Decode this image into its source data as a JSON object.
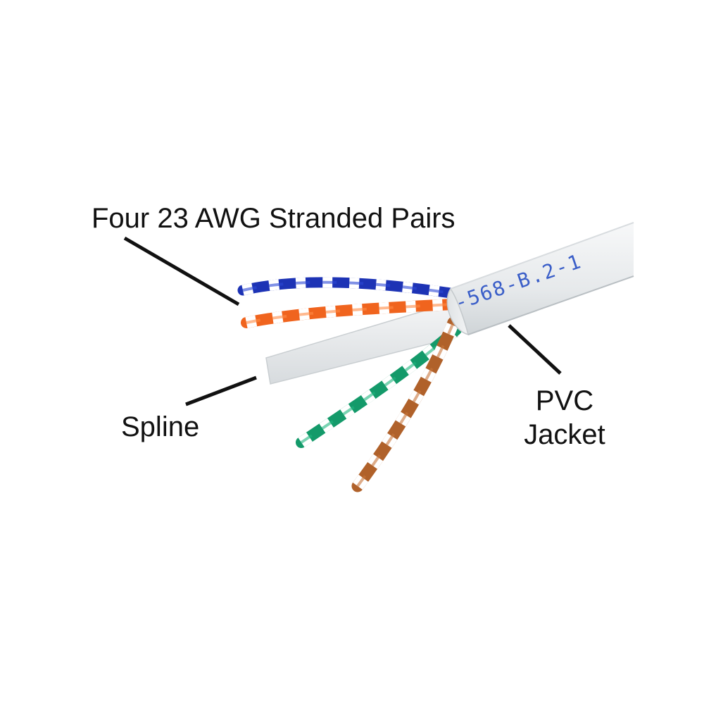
{
  "labels": {
    "pairs": "Four 23 AWG Stranded Pairs",
    "spline": "Spline",
    "jacket_line1": "PVC",
    "jacket_line2": "Jacket"
  },
  "jacket_print": "-568-B.2-1",
  "colors": {
    "jacket": "#e9ecee",
    "blue_pair": "#1d33b5",
    "orange_pair": "#f0641e",
    "green_pair": "#149a6a",
    "brown_pair": "#b0612a",
    "print": "#3a5ec8",
    "leader": "#111111"
  }
}
